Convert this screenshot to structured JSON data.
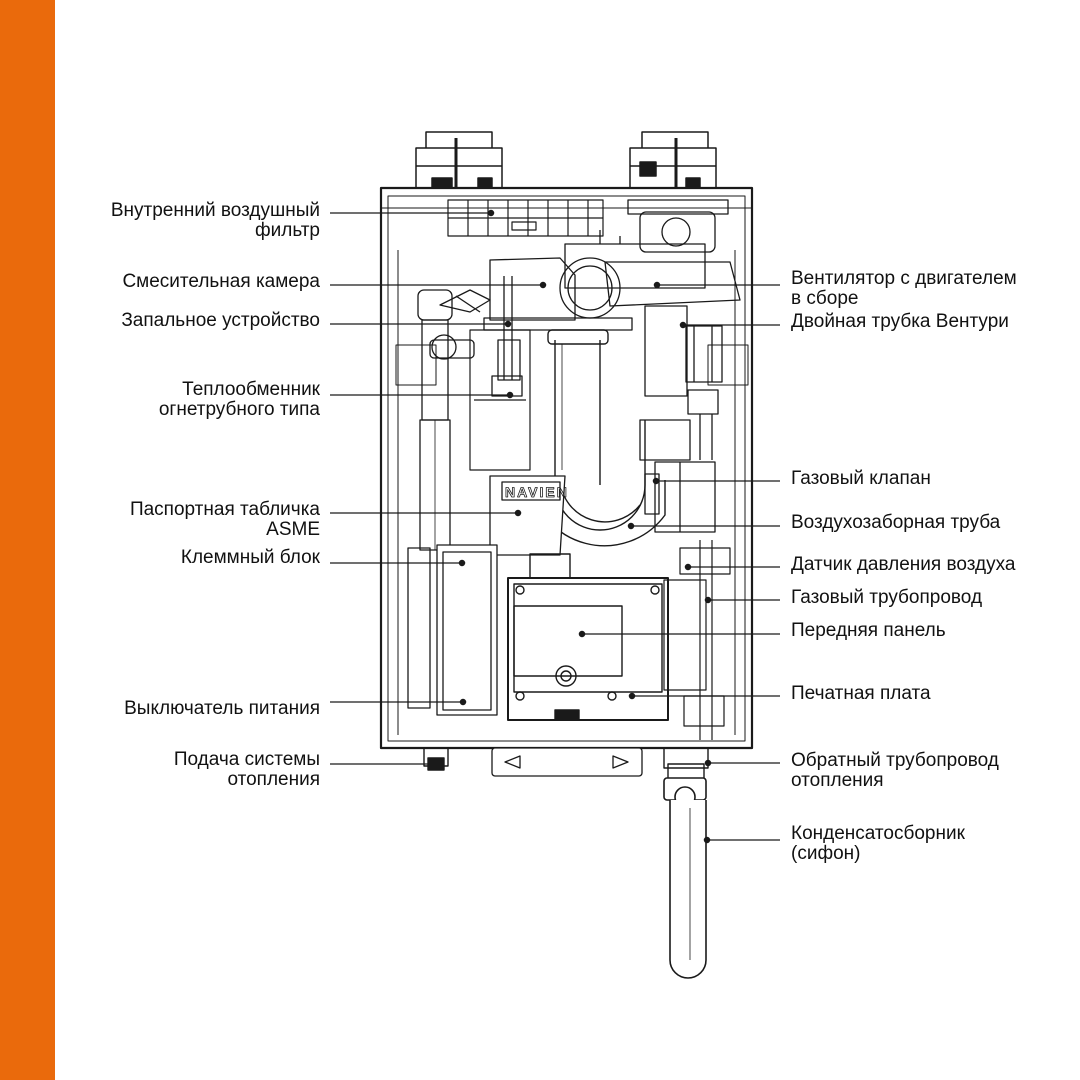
{
  "accent_color": "#ea6a0c",
  "line_color": "#1a1a1a",
  "labels_left": [
    {
      "id": "internal-air-filter",
      "text": "Внутренний воздушный\nфильтр"
    },
    {
      "id": "mixing-chamber",
      "text": "Смесительная камера"
    },
    {
      "id": "igniter",
      "text": "Запальное устройство"
    },
    {
      "id": "fire-tube-heat-exchanger",
      "text": "Теплообменник\nогнетрубного типа"
    },
    {
      "id": "asme-nameplate",
      "text": "Паспортная табличка\nASME"
    },
    {
      "id": "terminal-block",
      "text": "Клеммный блок"
    },
    {
      "id": "power-switch",
      "text": "Выключатель питания"
    },
    {
      "id": "heating-supply",
      "text": "Подача системы\nотопления"
    }
  ],
  "labels_right": [
    {
      "id": "fan-motor-assembly",
      "text": "Вентилятор с двигателем\nв сборе"
    },
    {
      "id": "dual-venturi",
      "text": "Двойная трубка Вентури"
    },
    {
      "id": "gas-valve",
      "text": "Газовый клапан"
    },
    {
      "id": "air-intake-pipe",
      "text": "Воздухозаборная труба"
    },
    {
      "id": "air-pressure-sensor",
      "text": "Датчик давления воздуха"
    },
    {
      "id": "gas-pipe",
      "text": "Газовый трубопровод"
    },
    {
      "id": "front-panel",
      "text": "Передняя панель"
    },
    {
      "id": "pcb",
      "text": "Печатная плата"
    },
    {
      "id": "heating-return",
      "text": "Обратный трубопровод\nотопления"
    },
    {
      "id": "condensate-trap",
      "text": "Конденсатосборник\n(сифон)"
    }
  ],
  "nameplate_text": "NAVIEN"
}
